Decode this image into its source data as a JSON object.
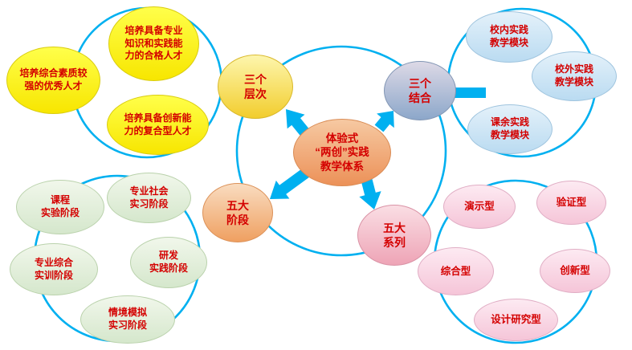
{
  "diagram": {
    "center": {
      "label": "体验式\n“两创”实践\n教学体系"
    },
    "branches": {
      "levels": {
        "label": "三个\n层次",
        "items": [
          {
            "label": "培养综合素质较\n强的优秀人才"
          },
          {
            "label": "培养具备专业\n知识和实践能\n力的合格人才"
          },
          {
            "label": "培养具备创新能\n力的复合型人才"
          }
        ]
      },
      "integration": {
        "label": "三个\n结合",
        "items": [
          {
            "label": "校内实践\n教学模块"
          },
          {
            "label": "校外实践\n教学模块"
          },
          {
            "label": "课余实践\n教学模块"
          }
        ]
      },
      "stages": {
        "label": "五大\n阶段",
        "items": [
          {
            "label": "课程\n实验阶段"
          },
          {
            "label": "专业社会\n实习阶段"
          },
          {
            "label": "专业综合\n实训阶段"
          },
          {
            "label": "研发\n实践阶段"
          },
          {
            "label": "情境模拟\n实习阶段"
          }
        ]
      },
      "series": {
        "label": "五大\n系列",
        "items": [
          {
            "label": "演示型"
          },
          {
            "label": "验证型"
          },
          {
            "label": "综合型"
          },
          {
            "label": "创新型"
          },
          {
            "label": "设计研究型"
          }
        ]
      }
    },
    "colors": {
      "connector": "#00b0f0",
      "text": "#d40000",
      "center_fill": "#ec9158",
      "levels_fill": "#f2cd2d",
      "levels_item_fill": "#f7e600",
      "integration_fill": "#8ca7ca",
      "integration_item_fill": "#badbf1",
      "stages_fill": "#efa061",
      "stages_item_fill": "#d5e7cc",
      "series_fill": "#eea4b6",
      "series_item_fill": "#f5c5d8"
    }
  }
}
